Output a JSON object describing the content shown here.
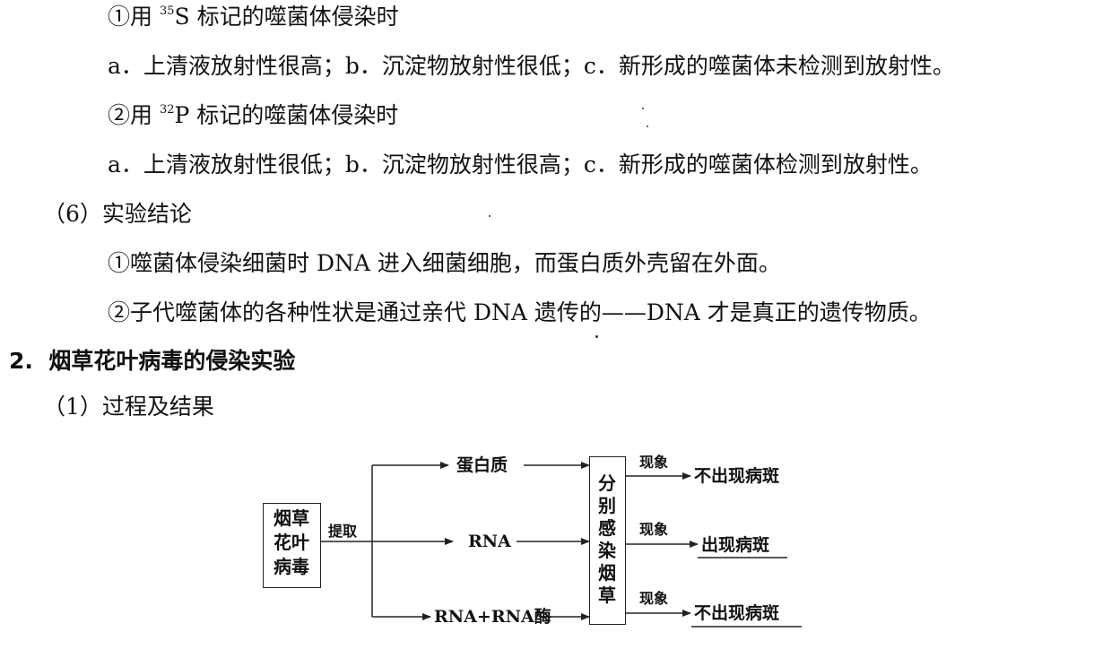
{
  "lines": {
    "l1_prefix": "①用 ",
    "l1_sup": "35",
    "l1_rest": "S 标记的噬菌体侵染时",
    "l2": "a．上清液放射性很高；b．沉淀物放射性很低；c．新形成的噬菌体未检测到放射性。",
    "l3_prefix": "②用 ",
    "l3_sup": "32",
    "l3_rest": "P 标记的噬菌体侵染时",
    "l4": "a．上清液放射性很低；b．沉淀物放射性很高；c．新形成的噬菌体检测到放射性。",
    "l5": "（6）实验结论",
    "l6": "①噬菌体侵染细菌时 DNA 进入细菌细胞，而蛋白质外壳留在外面。",
    "l7": "②子代噬菌体的各种性状是通过亲代 DNA 遗传的——DNA 才是真正的遗传物质。",
    "l8_num": "2.",
    "l8_title": "烟草花叶病毒的侵染实验",
    "l9": "（1）过程及结果"
  },
  "diagram": {
    "source_box": "烟草花叶病毒",
    "extract_label": "提取",
    "components": [
      "蛋白质",
      "RNA",
      "RNA+RNA酶"
    ],
    "infect_box": "分别感染烟草",
    "phenomenon_label": "现象",
    "results": [
      "不出现病斑",
      "出现病斑",
      "不出现病斑"
    ]
  }
}
